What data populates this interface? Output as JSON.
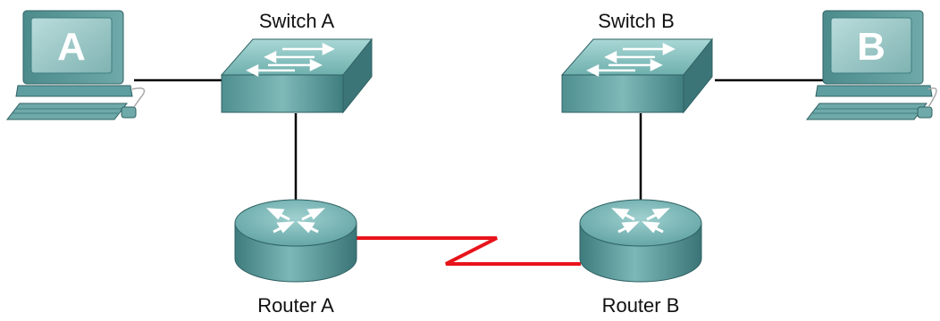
{
  "nodes": {
    "pc_a": {
      "letter": "A"
    },
    "pc_b": {
      "letter": "B"
    },
    "switch_a": {
      "label": "Switch A"
    },
    "switch_b": {
      "label": "Switch B"
    },
    "router_a": {
      "label": "Router A"
    },
    "router_b": {
      "label": "Router B"
    }
  },
  "links": [
    {
      "from": "pc_a",
      "to": "switch_a",
      "type": "ethernet"
    },
    {
      "from": "switch_a",
      "to": "router_a",
      "type": "ethernet"
    },
    {
      "from": "router_a",
      "to": "router_b",
      "type": "serial"
    },
    {
      "from": "router_b",
      "to": "switch_b",
      "type": "ethernet"
    },
    {
      "from": "switch_b",
      "to": "pc_b",
      "type": "ethernet"
    }
  ],
  "colors": {
    "ethernet_link": "#000000",
    "serial_link": "#e8141b",
    "device_body": "#5f9ea0",
    "device_top": "#8fc7c6",
    "device_dark": "#3f7f80",
    "screen": "#9dc9c8"
  }
}
